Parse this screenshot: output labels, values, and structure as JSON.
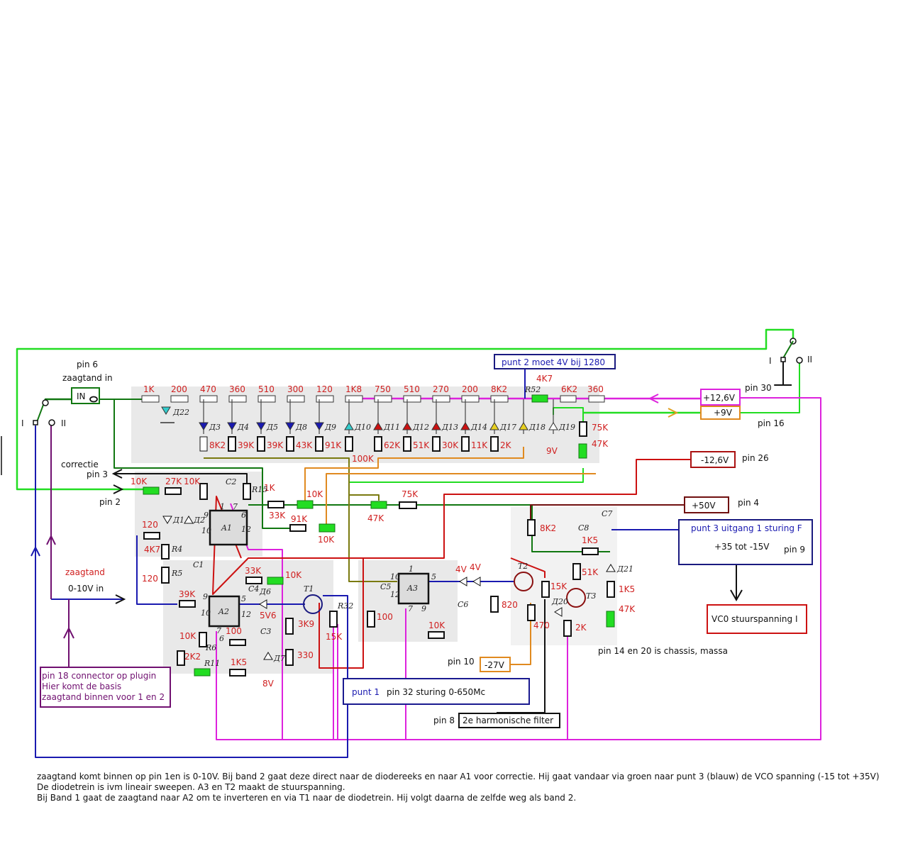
{
  "title": "VCO sturing schema (zaagtand / diodetrein)",
  "colors": {
    "green_bright": "#22dd22",
    "green_dark": "#117711",
    "olive": "#7a7a10",
    "orange": "#e08a20",
    "magenta": "#dd22dd",
    "red": "#cc1111",
    "darkred": "#701010",
    "blue": "#1a1ab0",
    "purple": "#701070",
    "value_text": "#d02020"
  },
  "input": {
    "pin_label": "pin 6",
    "name": "zaagtand in",
    "jack_label": "IN"
  },
  "switch_left": {
    "pos1": "I",
    "pos2": "II"
  },
  "switch_right": {
    "pos1": "I",
    "pos2": "II"
  },
  "ladder": {
    "series_resistors": [
      "1K",
      "200",
      "470",
      "360",
      "510",
      "300",
      "120",
      "1K8",
      "750",
      "510",
      "270",
      "200",
      "8K2"
    ],
    "diodes": [
      "Д3",
      "Д4",
      "Д5",
      "Д8",
      "Д9",
      "Д10",
      "Д11",
      "Д12",
      "Д13",
      "Д14",
      "Д17",
      "Д18",
      "Д19"
    ],
    "shunt_resistors": [
      "8K2",
      "39K",
      "39K",
      "43K",
      "91K",
      "100K",
      "62K",
      "51K",
      "30K",
      "11K",
      "2K"
    ],
    "d22": "Д22",
    "r52": "R52",
    "r52_value": "4K7",
    "after_r52": [
      "6K2",
      "360"
    ],
    "d19_voltage": "9V",
    "right_resistors": [
      "75K",
      "47K"
    ]
  },
  "annotations": {
    "punt2": "punt 2 moet 4V bij 1280",
    "punt1_a": "punt 1",
    "punt1_b": "pin 32 sturing 0-650Mc",
    "punt3_a": "punt 3 uitgang 1 sturing F",
    "punt3_b": "+35 tot -15V",
    "punt3_pin": "pin 9",
    "vco": "VC0 stuurspanning I",
    "pin18": [
      "pin 18 connector op plugin",
      "Hier komt de basis",
      "zaagtand binnen voor 1 en 2"
    ],
    "chassis": "pin 14 en 20 is chassis, massa",
    "harm_pin": "pin 8",
    "harm": "2e harmonische filter",
    "neg27_pin": "pin 10",
    "neg27": "-27V",
    "correctie": "correctie",
    "pin3": "pin 3",
    "pin2": "pin 2",
    "zaagtand": "zaagtand",
    "zaagtand_range": "0-10V in"
  },
  "supplies": [
    {
      "value": "+12,6V",
      "pin": "pin 30"
    },
    {
      "value": "+9V",
      "pin": "pin 16"
    },
    {
      "value": "-12,6V",
      "pin": "pin 26"
    },
    {
      "value": "+50V",
      "pin": "pin 4"
    }
  ],
  "a1": {
    "name": "A1",
    "values": [
      "10K",
      "27K",
      "10K",
      "1K",
      "120",
      "4K7",
      "120",
      "39K",
      "33K",
      "10K",
      "91K",
      "10K"
    ],
    "refs": [
      "C2",
      "R15",
      "Д1",
      "Д2",
      "R4",
      "R5",
      "C1"
    ],
    "pins": [
      "9",
      "10",
      "1",
      "7",
      "6",
      "12"
    ]
  },
  "a2": {
    "name": "A2",
    "values": [
      "33K",
      "10K",
      "5V6",
      "10K",
      "100",
      "2K2",
      "1K5",
      "3K9",
      "330",
      "15K",
      "8V"
    ],
    "refs": [
      "C4",
      "Д6",
      "C3",
      "R6",
      "R11",
      "Д7",
      "T1",
      "R32"
    ],
    "pins": [
      "9",
      "5",
      "10",
      "12",
      "7",
      "6"
    ]
  },
  "a3": {
    "name": "A3",
    "values": [
      "47K",
      "75K",
      "100",
      "10K",
      "4V",
      "4V",
      "820",
      "8K2",
      "15K",
      "470",
      "2K",
      "1K5",
      "51K",
      "1K5",
      "47K"
    ],
    "refs": [
      "C5",
      "C6",
      "T2",
      "Д20",
      "T3",
      "C8",
      "C7",
      "Д21"
    ],
    "pins": [
      "10",
      "1",
      "5",
      "12",
      "7",
      "9"
    ]
  },
  "description": [
    "zaagtand komt binnen op pin 1en is 0-10V. Bij band 2 gaat deze direct naar de diodereeks en naar A1 voor correctie. Hij gaat vandaar via groen naar punt 3 (blauw) de VCO spanning (-15 tot +35V) De diodetrein is ivm lineair sweepen. A3 en T2 maakt de stuurspanning.",
    "Bij Band 1 gaat de zaagtand naar A2 om te inverteren en via T1 naar de diodetrein. Hij volgt daarna de zelfde weg als band 2."
  ]
}
